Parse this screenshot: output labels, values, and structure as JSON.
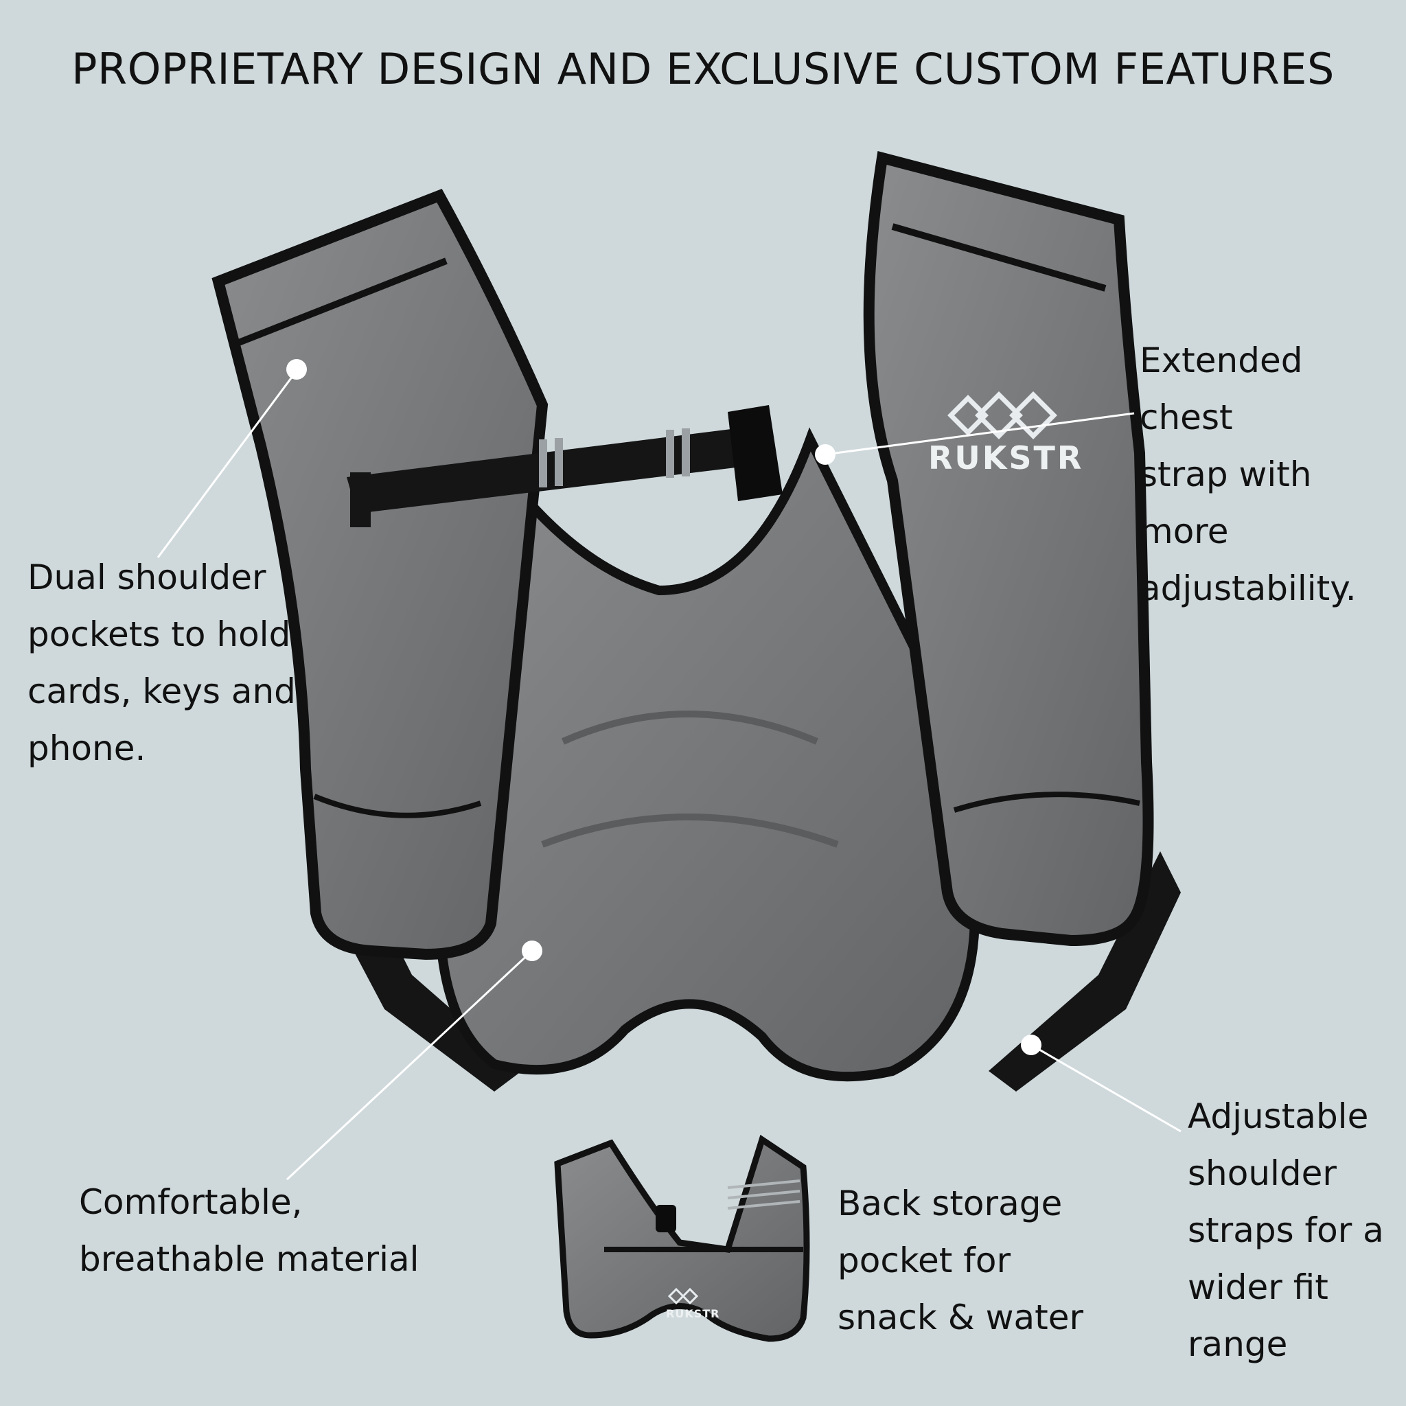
{
  "headline": "PROPRIETARY DESIGN AND EXCLUSIVE CUSTOM FEATURES",
  "callouts": {
    "chest_strap": "Extended chest\nstrap with more\nadjustability.",
    "shoulder_pockets": "Dual shoulder\npockets to hold\ncards, keys and\nphone.",
    "material": "Comfortable,\nbreathable material",
    "back_pocket": "Back storage\npocket for\nsnack & water",
    "shoulder_straps": "Adjustable\nshoulder\nstraps for a\nwider fit\nrange"
  },
  "brand": {
    "logo_text": "RUKSTR"
  },
  "colors": {
    "background": "#cfd9dc",
    "vest_fill": "#7b7d7f",
    "vest_trim": "#111111",
    "marker": "#ffffff"
  }
}
